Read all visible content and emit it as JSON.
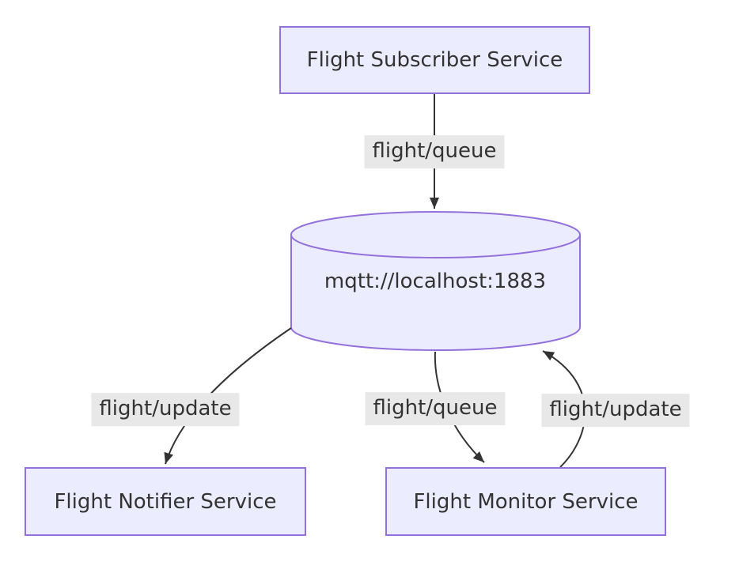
{
  "diagram": {
    "type": "flowchart",
    "direction": "top-down",
    "nodes": [
      {
        "id": "subscriber",
        "label": "Flight Subscriber Service",
        "shape": "rect"
      },
      {
        "id": "broker",
        "label": "mqtt://localhost:1883",
        "shape": "cylinder"
      },
      {
        "id": "notifier",
        "label": "Flight Notifier Service",
        "shape": "rect"
      },
      {
        "id": "monitor",
        "label": "Flight Monitor Service",
        "shape": "rect"
      }
    ],
    "edges": [
      {
        "from": "subscriber",
        "to": "broker",
        "label": "flight/queue"
      },
      {
        "from": "broker",
        "to": "notifier",
        "label": "flight/update"
      },
      {
        "from": "broker",
        "to": "monitor",
        "label": "flight/queue"
      },
      {
        "from": "monitor",
        "to": "broker",
        "label": "flight/update"
      }
    ],
    "colors": {
      "background": "#ffffff",
      "node_fill": "#ECECFF",
      "node_border": "#9370DB",
      "edge": "#333333",
      "label_bg": "#e8e8e8",
      "text": "#333333"
    }
  }
}
